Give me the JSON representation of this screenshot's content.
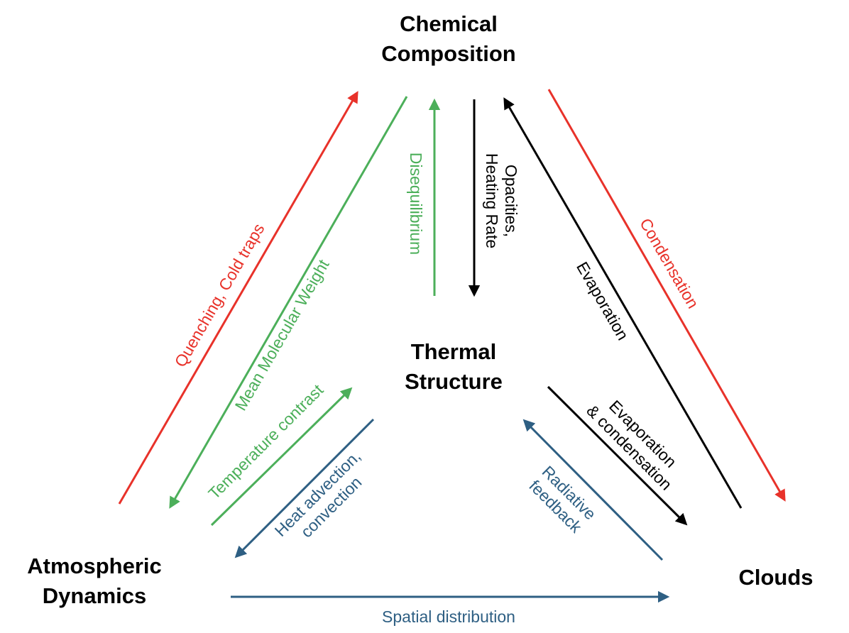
{
  "colors": {
    "red": "#e8322a",
    "green": "#4caf5a",
    "black": "#000000",
    "blue": "#2e5f83"
  },
  "nodes": {
    "chemical": {
      "lines": [
        "Chemical",
        "Composition"
      ]
    },
    "thermal": {
      "lines": [
        "Thermal",
        "Structure"
      ]
    },
    "dynamics": {
      "lines": [
        "Atmospheric",
        "Dynamics"
      ]
    },
    "clouds": {
      "lines": [
        "Clouds"
      ]
    }
  },
  "edges": [
    {
      "id": "quenching",
      "from": "Atmospheric Dynamics",
      "to": "Chemical Composition",
      "color": "red",
      "label": [
        "Quenching, Cold traps"
      ]
    },
    {
      "id": "mean-molecular-weight",
      "from": "Chemical Composition",
      "to": "Atmospheric Dynamics",
      "color": "green",
      "label": [
        "Mean Molecular Weight"
      ]
    },
    {
      "id": "disequilibrium",
      "from": "Thermal Structure",
      "to": "Chemical Composition",
      "color": "green",
      "label": [
        "Disequilibrium"
      ]
    },
    {
      "id": "opacities",
      "from": "Chemical Composition",
      "to": "Thermal Structure",
      "color": "black",
      "label": [
        "Opacities,",
        "Heating Rate"
      ]
    },
    {
      "id": "evaporation",
      "from": "Clouds",
      "to": "Chemical Composition",
      "color": "black",
      "label": [
        "Evaporation"
      ]
    },
    {
      "id": "condensation",
      "from": "Chemical Composition",
      "to": "Clouds",
      "color": "red",
      "label": [
        "Condensation"
      ]
    },
    {
      "id": "temperature-contrast",
      "from": "Atmospheric Dynamics",
      "to": "Thermal Structure",
      "color": "green",
      "label": [
        "Temperature contrast"
      ]
    },
    {
      "id": "heat-advection",
      "from": "Thermal Structure",
      "to": "Atmospheric Dynamics",
      "color": "blue",
      "label": [
        "Heat advection,",
        "convection"
      ]
    },
    {
      "id": "evap-condensation",
      "from": "Thermal Structure",
      "to": "Clouds",
      "color": "black",
      "label": [
        "Evaporation",
        "& condensation"
      ]
    },
    {
      "id": "radiative-feedback",
      "from": "Clouds",
      "to": "Thermal Structure",
      "color": "blue",
      "label": [
        "Radiative",
        "feedback"
      ]
    },
    {
      "id": "spatial-distribution",
      "from": "Atmospheric Dynamics",
      "to": "Clouds",
      "color": "blue",
      "label": [
        "Spatial distribution"
      ]
    }
  ]
}
